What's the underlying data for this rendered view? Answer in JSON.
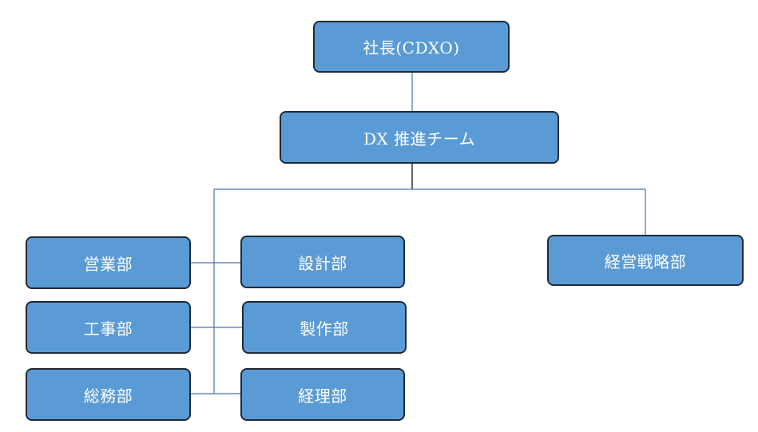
{
  "org_chart": {
    "ceo": "社長(CDXO)",
    "dx_team": "DX 推進チーム",
    "left_column": [
      "営業部",
      "工事部",
      "総務部"
    ],
    "middle_column": [
      "設計部",
      "製作部",
      "経理部"
    ],
    "right_dept": "経営戦略部"
  },
  "colors": {
    "box_fill": "#5b9bd5",
    "box_border": "#1f2a38",
    "connector": "#4a72b8",
    "connector_dark": "#000000",
    "text": "#ffffff"
  }
}
